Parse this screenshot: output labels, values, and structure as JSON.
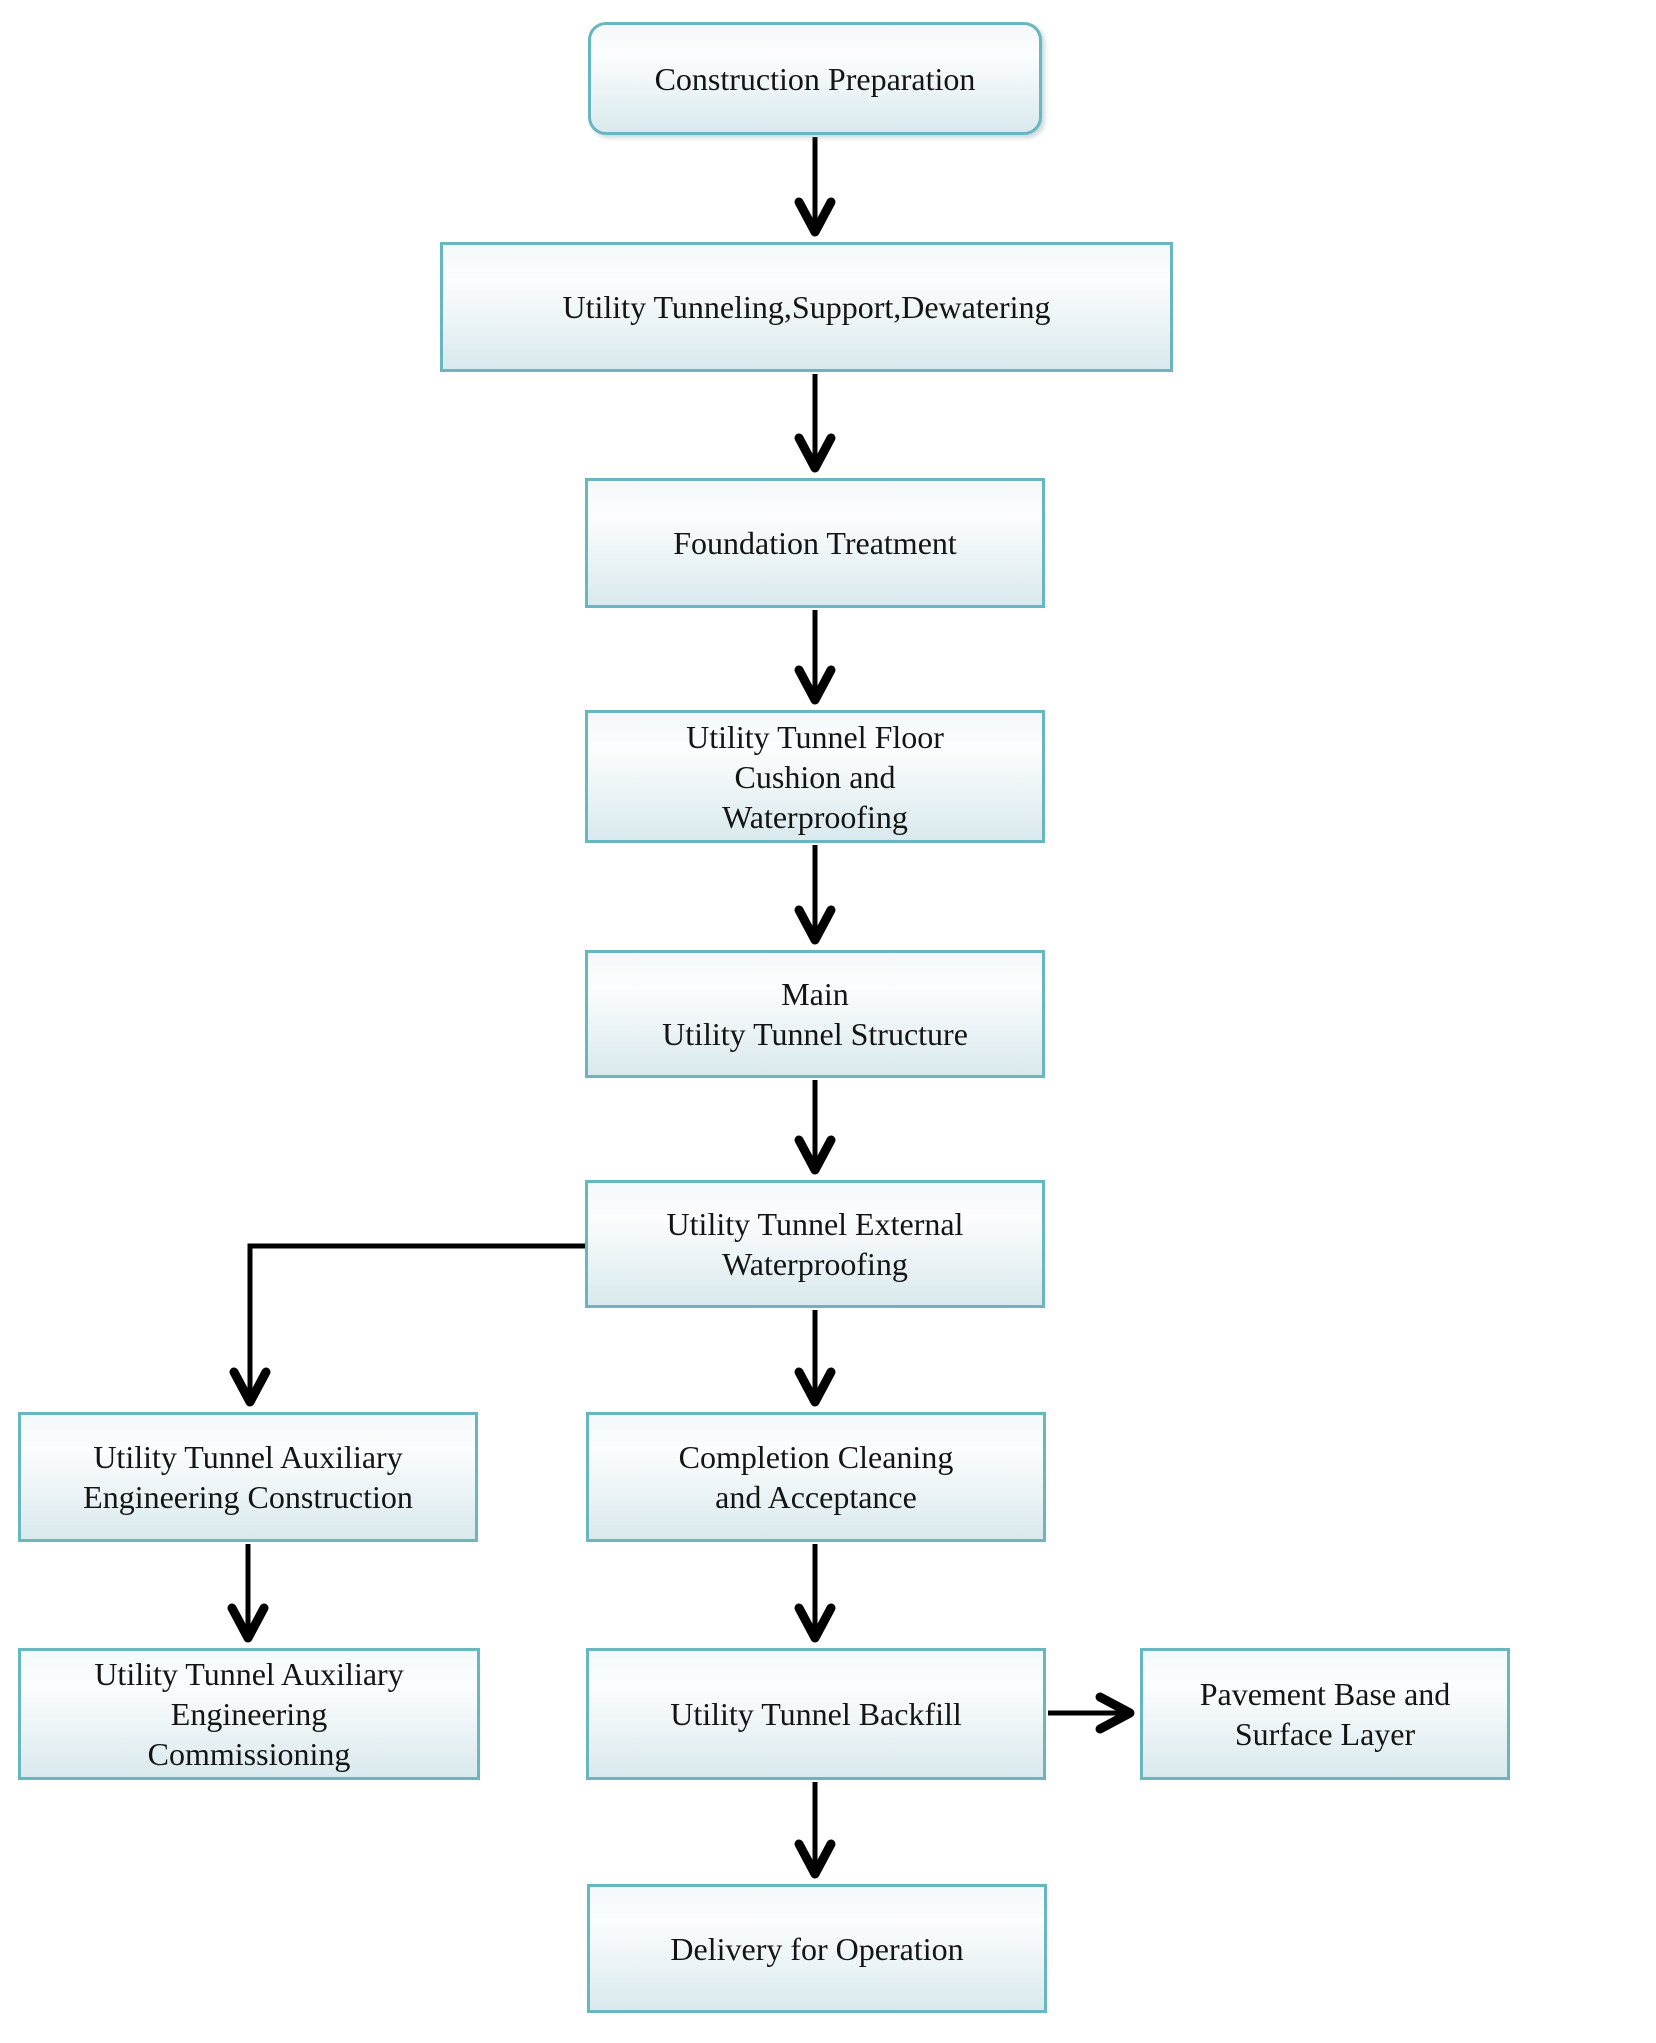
{
  "diagram": {
    "type": "flowchart",
    "colors": {
      "box_border": "#68b6bf",
      "box_fill_top": "#f3f9fa",
      "box_fill_bottom": "#d9e9ed",
      "arrow": "#000000",
      "text": "#141414",
      "background": "#ffffff"
    },
    "nodes": {
      "construction_preparation": {
        "label": "Construction Preparation",
        "shape": "rounded"
      },
      "tunneling_support_dewatering": {
        "label": "Utility Tunneling,Support,Dewatering",
        "shape": "rect"
      },
      "foundation_treatment": {
        "label": "Foundation Treatment",
        "shape": "rect"
      },
      "floor_cushion_waterproofing": {
        "label": "Utility Tunnel Floor\nCushion and\nWaterproofing",
        "shape": "rect"
      },
      "main_structure": {
        "label": "Main\nUtility Tunnel Structure",
        "shape": "rect"
      },
      "external_waterproofing": {
        "label": "Utility Tunnel External\nWaterproofing",
        "shape": "rect"
      },
      "auxiliary_construction": {
        "label": "Utility Tunnel Auxiliary\nEngineering Construction",
        "shape": "rect"
      },
      "completion_cleaning": {
        "label": "Completion Cleaning\nand Acceptance",
        "shape": "rect"
      },
      "auxiliary_commissioning": {
        "label": "Utility Tunnel Auxiliary\nEngineering\nCommissioning",
        "shape": "rect"
      },
      "tunnel_backfill": {
        "label": "Utility Tunnel Backfill",
        "shape": "rect"
      },
      "pavement_base": {
        "label": "Pavement Base and\nSurface Layer",
        "shape": "rect"
      },
      "delivery_operation": {
        "label": "Delivery for Operation",
        "shape": "rect"
      }
    },
    "edges": [
      {
        "from": "construction_preparation",
        "to": "tunneling_support_dewatering"
      },
      {
        "from": "tunneling_support_dewatering",
        "to": "foundation_treatment"
      },
      {
        "from": "foundation_treatment",
        "to": "floor_cushion_waterproofing"
      },
      {
        "from": "floor_cushion_waterproofing",
        "to": "main_structure"
      },
      {
        "from": "main_structure",
        "to": "external_waterproofing"
      },
      {
        "from": "external_waterproofing",
        "to": "auxiliary_construction"
      },
      {
        "from": "external_waterproofing",
        "to": "completion_cleaning"
      },
      {
        "from": "auxiliary_construction",
        "to": "auxiliary_commissioning"
      },
      {
        "from": "completion_cleaning",
        "to": "tunnel_backfill"
      },
      {
        "from": "tunnel_backfill",
        "to": "pavement_base"
      },
      {
        "from": "tunnel_backfill",
        "to": "delivery_operation"
      }
    ]
  }
}
